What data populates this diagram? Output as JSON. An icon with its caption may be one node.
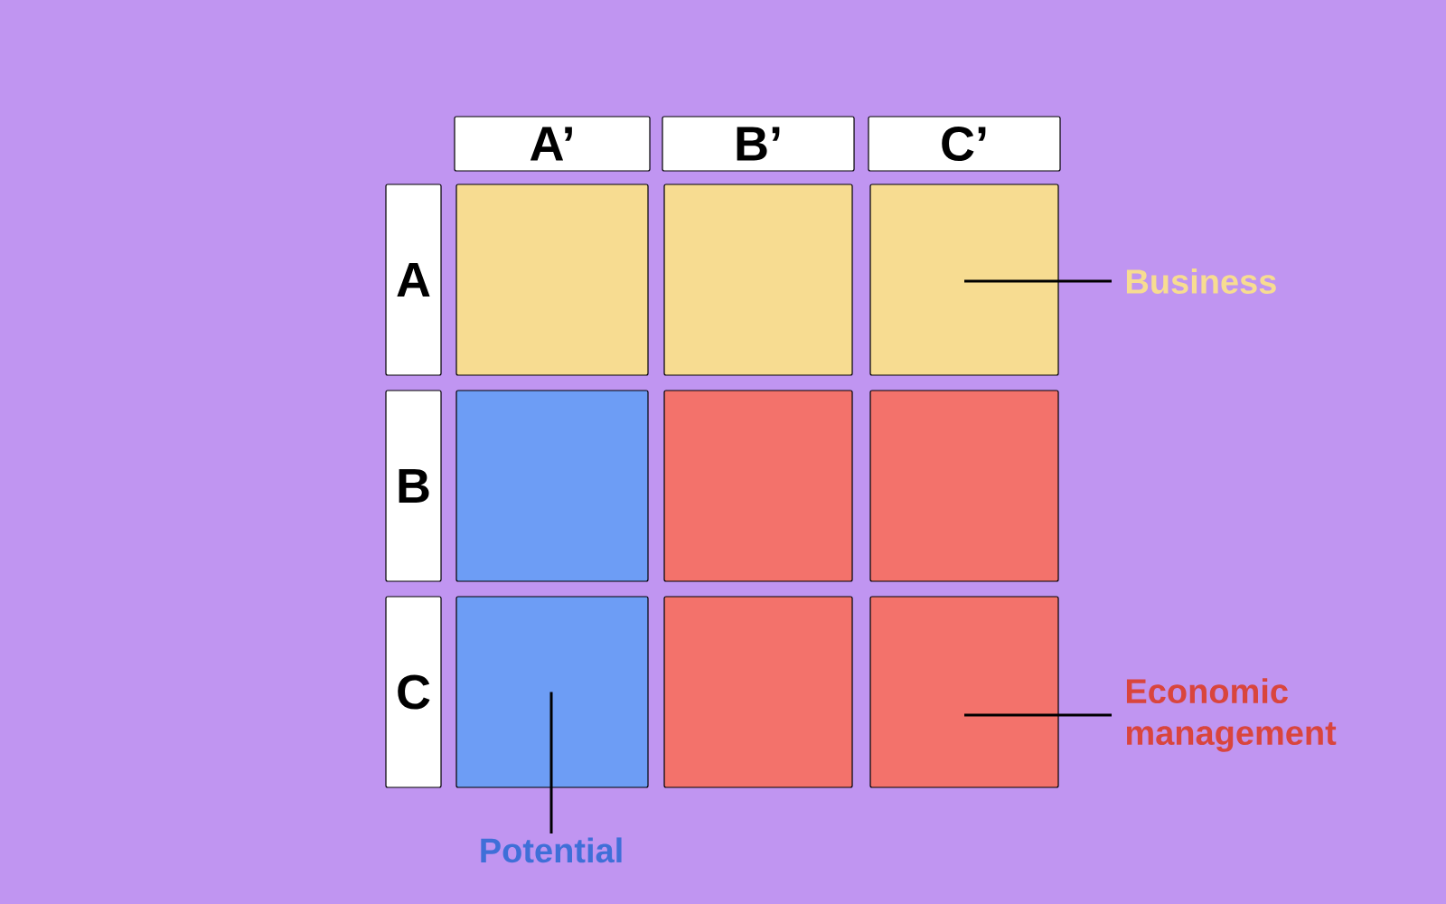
{
  "diagram": {
    "nodes": [
      {
        "text": [
          "A’"
        ]
      },
      {
        "text": [
          "B’"
        ]
      },
      {
        "text": [
          "C’"
        ]
      },
      {
        "text": [
          "A"
        ]
      },
      {
        "text": [
          "B"
        ]
      },
      {
        "text": [
          "C"
        ]
      },
      {
        "text": [],
        "shape": "box"
      },
      {
        "text": [],
        "shape": "box"
      },
      {
        "text": [],
        "shape": "box"
      },
      {
        "text": [],
        "shape": "box"
      },
      {
        "text": [],
        "shape": "box"
      },
      {
        "text": [],
        "shape": "box"
      },
      {
        "text": [],
        "shape": "box"
      },
      {
        "text": [],
        "shape": "box"
      },
      {
        "text": [],
        "shape": "box"
      },
      {
        "text": [
          "Business"
        ]
      },
      {
        "text": [
          "Economic management"
        ]
      },
      {
        "text": [
          "Potential"
        ]
      }
    ],
    "edges": [
      {
        "from": 15,
        "to": 8,
        "arrow": "none"
      },
      {
        "from": 16,
        "to": 14,
        "arrow": "none"
      },
      {
        "from": 17,
        "to": 12,
        "arrow": "none"
      }
    ]
  }
}
